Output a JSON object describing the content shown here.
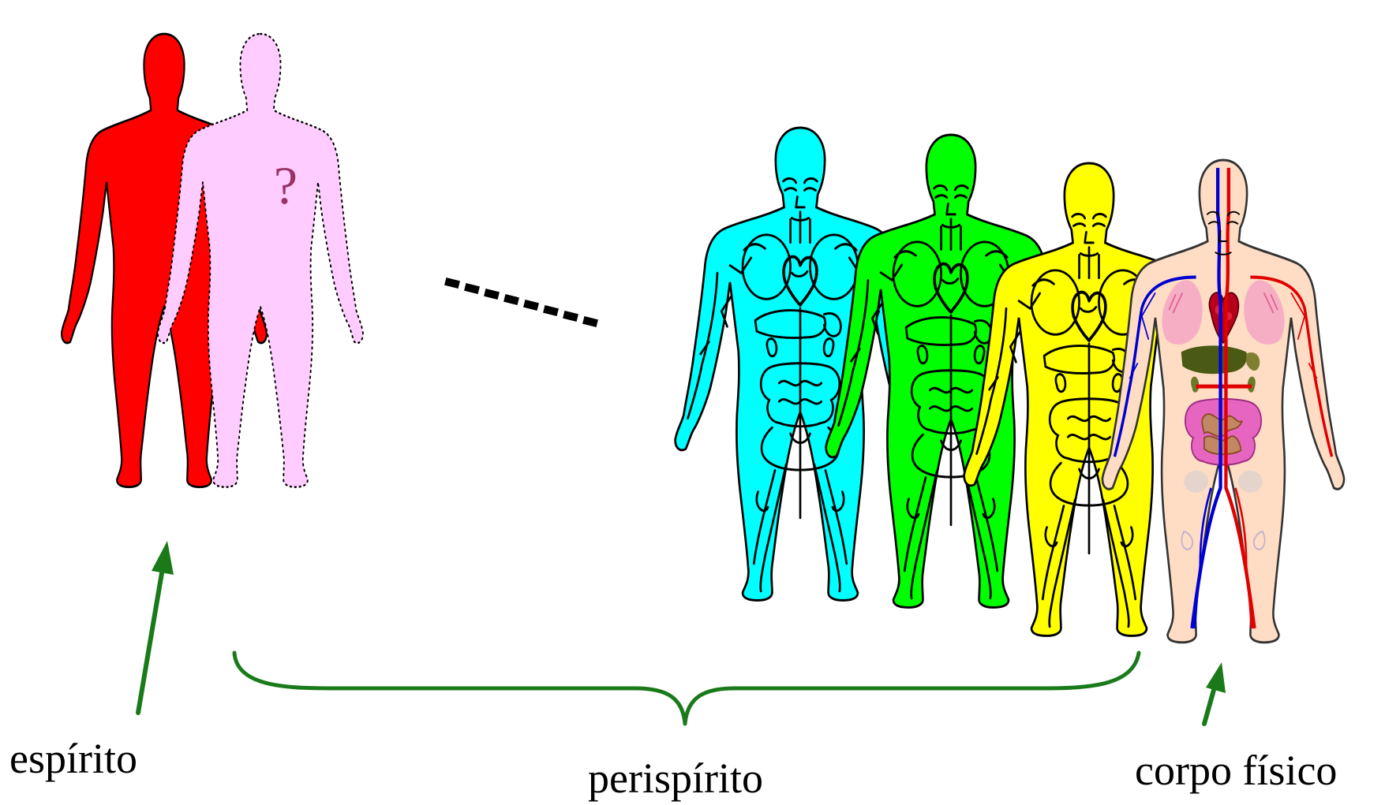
{
  "labels": {
    "spirit": "espírito",
    "perispirit": "perispírito",
    "physical_body": "corpo físico",
    "question_mark": "?"
  },
  "figures": [
    {
      "id": "spirit",
      "fill": "#ff0000",
      "outline": "solid"
    },
    {
      "id": "unknown",
      "fill": "#ffccff",
      "outline": "dotted"
    },
    {
      "id": "perispirit-cyan",
      "fill": "#00ffff",
      "outline": "solid"
    },
    {
      "id": "perispirit-green",
      "fill": "#00ff00",
      "outline": "solid"
    },
    {
      "id": "perispirit-yellow",
      "fill": "#ffff00",
      "outline": "solid"
    },
    {
      "id": "physical-body",
      "fill": "#ffdcc4",
      "outline": "solid"
    }
  ],
  "colors": {
    "arrow": "#1a7a1a",
    "brace": "#1a7a1a",
    "dots": "#000000",
    "question_mark": "#993366"
  }
}
